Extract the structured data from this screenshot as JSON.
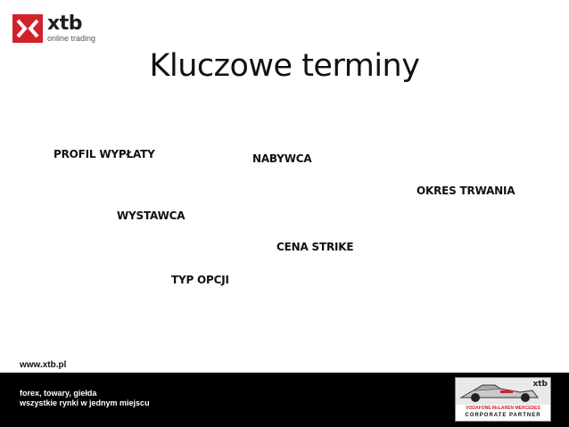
{
  "brand": {
    "name": "xtb",
    "tagline": "online trading"
  },
  "slide": {
    "title": "Kluczowe terminy",
    "terms": {
      "profil": "PROFIL WYPŁATY",
      "nabywca": "NABYWCA",
      "okres": "OKRES TRWANIA",
      "wystawca": "WYSTAWCA",
      "cena": "CENA STRIKE",
      "typ": "TYP OPCJI"
    }
  },
  "footer": {
    "url": "www.xtb.pl",
    "line1": "forex, towary, giełda",
    "line2": "wszystkie rynki w jednym miejscu",
    "partner_brand": "xtb",
    "partner_line1": "VODAFONE McLAREN MERCEDES",
    "partner_line2": "CORPORATE PARTNER"
  },
  "colors": {
    "brand_red": "#d2212b",
    "footer_bg": "#000000"
  }
}
